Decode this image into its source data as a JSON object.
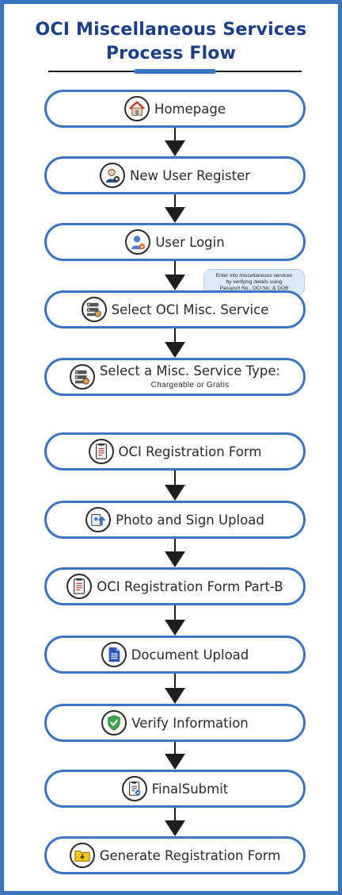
{
  "title": {
    "line1": "OCI Miscellaneous Services",
    "line2": "Process Flow"
  },
  "callout": {
    "line1": "Enter into miscellaneous services",
    "line2": "by verifying details using",
    "line3": "Passport No., OCI No. & DOB"
  },
  "steps": [
    {
      "label": "Homepage",
      "icon": "home-icon"
    },
    {
      "label": "New User Register",
      "icon": "user-add-icon"
    },
    {
      "label": "User Login",
      "icon": "user-login-icon"
    },
    {
      "label": "Select OCI Misc. Service",
      "icon": "service-list-icon"
    },
    {
      "label": "Select a Misc. Service Type:",
      "sub": "Chargeable or Gratis",
      "icon": "service-type-icon"
    },
    {
      "label": "OCI Registration Form",
      "icon": "form-icon"
    },
    {
      "label": "Photo and Sign Upload",
      "icon": "upload-icon"
    },
    {
      "label": "OCI Registration Form Part-B",
      "icon": "form-part-b-icon"
    },
    {
      "label": "Document Upload",
      "icon": "document-icon"
    },
    {
      "label": "Verify Information",
      "icon": "shield-check-icon"
    },
    {
      "label": "FinalSubmit",
      "icon": "clipboard-check-icon"
    },
    {
      "label": "Generate Registration Form",
      "icon": "folder-download-icon"
    }
  ],
  "colors": {
    "border": "#3b74c1",
    "title": "#1d3f8a",
    "arrow": "#1e1e1e",
    "callout_bg": "#dbeaf9"
  }
}
